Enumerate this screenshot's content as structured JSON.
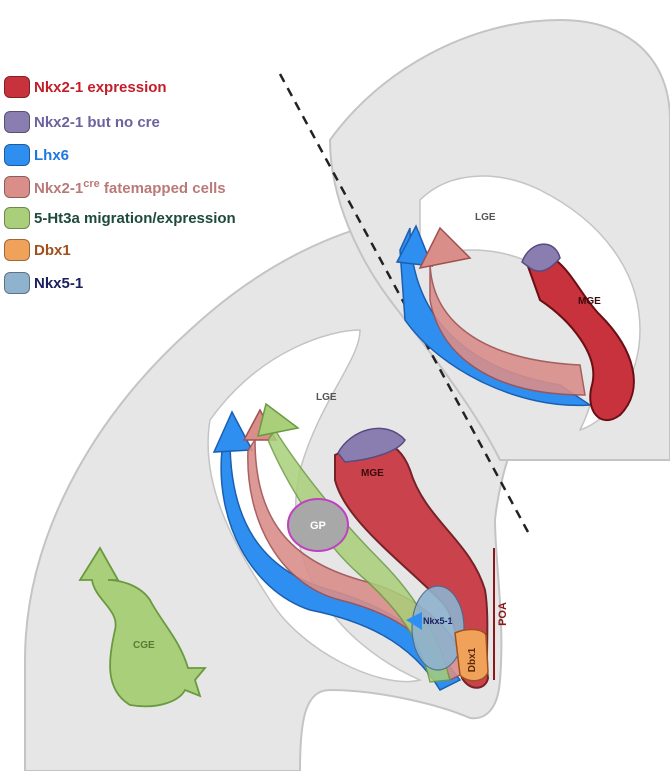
{
  "legend": [
    {
      "label": "Nkx2-1 expression",
      "color": "#c8323c",
      "text_color": "#c41e2a"
    },
    {
      "label": "Nkx2-1 but no cre",
      "color": "#8a7db0",
      "text_color": "#6b62a0"
    },
    {
      "label": "Lhx6",
      "color": "#2f8ff0",
      "text_color": "#1f78e0"
    },
    {
      "label": "Nkx2-1",
      "superscript": "cre",
      "suffix": " fatemapped cells",
      "color": "#d98e8a",
      "text_color": "#b97a78"
    },
    {
      "label": "5-Ht3a migration/expression",
      "color": "#a9cf7a",
      "text_color": "#1e4a3c"
    },
    {
      "label": "Dbx1",
      "color": "#f0a25a",
      "text_color": "#a0501c"
    },
    {
      "label": "Nkx5-1",
      "color": "#8fb2cf",
      "text_color": "#1a2060"
    }
  ],
  "regions": {
    "lge_upper": "LGE",
    "mge_upper": "MGE",
    "lge_lower": "LGE",
    "mge_lower": "MGE",
    "gp": "GP",
    "cge": "CGE",
    "nkx51": "Nkx5-1",
    "dbx1": "Dbx1",
    "poa": "POA"
  },
  "colors": {
    "tissue": "#e6e6e6",
    "nkx21": "#c8323c",
    "nocre": "#8a7db0",
    "lhx6": "#2f8ff0",
    "fatemap": "#d98e8a",
    "ht3a": "#a9cf7a",
    "dbx1": "#f0a25a",
    "nkx51": "#8fb2cf"
  }
}
